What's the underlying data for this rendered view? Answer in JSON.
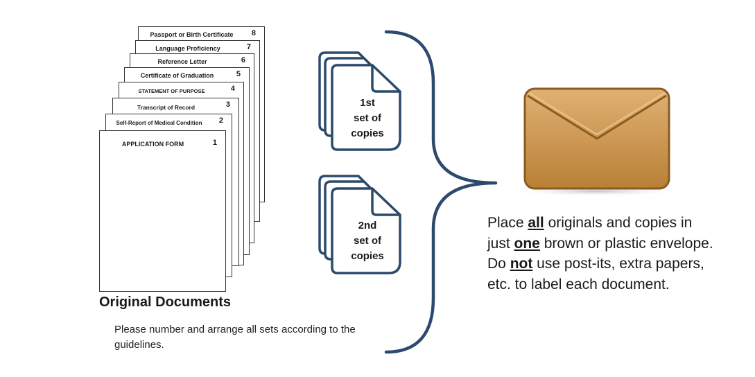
{
  "documents": [
    {
      "label": "APPLICATION FORM",
      "number": "1"
    },
    {
      "label": "Self-Report of Medical Condition",
      "number": "2"
    },
    {
      "label": "Transcript of Record",
      "number": "3"
    },
    {
      "label": "STATEMENT OF PURPOSE",
      "number": "4"
    },
    {
      "label": "Certificate of Graduation",
      "number": "5"
    },
    {
      "label": "Reference Letter",
      "number": "6"
    },
    {
      "label": "Language Proficiency",
      "number": "7"
    },
    {
      "label": "Passport or Birth Certificate",
      "number": "8"
    }
  ],
  "originals_title": "Original Documents",
  "note": "Please number and arrange all sets according to the guidelines.",
  "copies": [
    {
      "line1": "1st",
      "line2": "set of",
      "line3": "copies"
    },
    {
      "line1": "2nd",
      "line2": "set of",
      "line3": "copies"
    }
  ],
  "instruction": {
    "p1": "Place ",
    "b1": "all",
    "p2": " originals and copies in just ",
    "b2": "one",
    "p3": " brown or plastic envelope. Do ",
    "b3": "not",
    "p4": " use post-its, extra papers, etc. to label each document."
  },
  "colors": {
    "accent": "#2c4a6b",
    "envelope": "#c9964a",
    "envelope_dark": "#8a5a1e"
  }
}
